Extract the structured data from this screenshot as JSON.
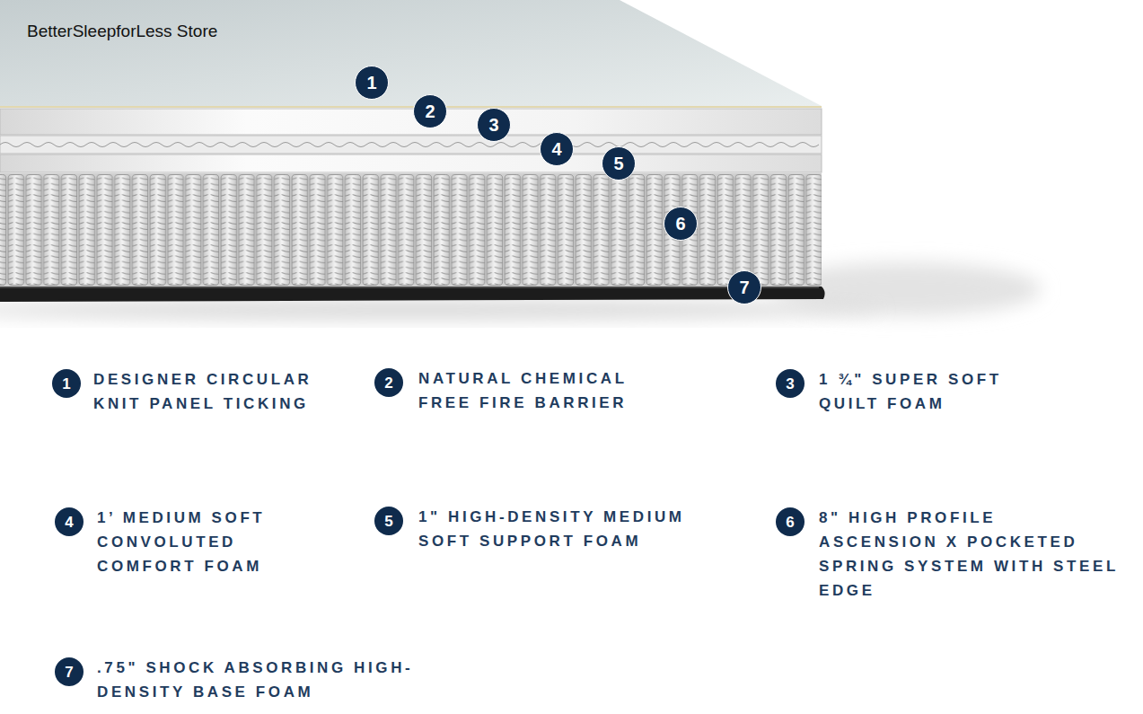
{
  "diagram": {
    "nodes": [
      {
        "text": [
          "1"
        ]
      },
      {
        "text": [
          "2"
        ]
      },
      {
        "text": [
          "3"
        ]
      },
      {
        "text": [
          "4"
        ]
      },
      {
        "text": [
          "5"
        ]
      },
      {
        "text": [
          "6"
        ]
      },
      {
        "text": [
          "7"
        ]
      },
      {
        "text": [
          "1",
          "DESIGNER CIRCULAR KNIT PANEL TICKING"
        ]
      },
      {
        "text": [
          "2",
          "NATURAL CHEMICAL FREE FIRE BARRIER"
        ]
      },
      {
        "text": [
          "3",
          "1 ¾\" SUPER SOFT QUILT FOAM"
        ]
      },
      {
        "text": [
          "4",
          "1’ MEDIUM SOFT CONVOLUTED COMFORT FOAM"
        ]
      },
      {
        "text": [
          "5",
          "1\" HIGH-DENSITY MEDIUM SOFT SUPPORT FOAM"
        ]
      },
      {
        "text": [
          "6",
          "8\" HIGH PROFILE ASCENSION X POCKETED SPRING SYSTEM WITH STEEL EDGE"
        ]
      },
      {
        "text": [
          "7",
          ".75\" SHOCK ABSORBING HIGH-DENSITY BASE FOAM"
        ]
      }
    ],
    "labels": [
      "BetterSleepforLess Store"
    ]
  }
}
